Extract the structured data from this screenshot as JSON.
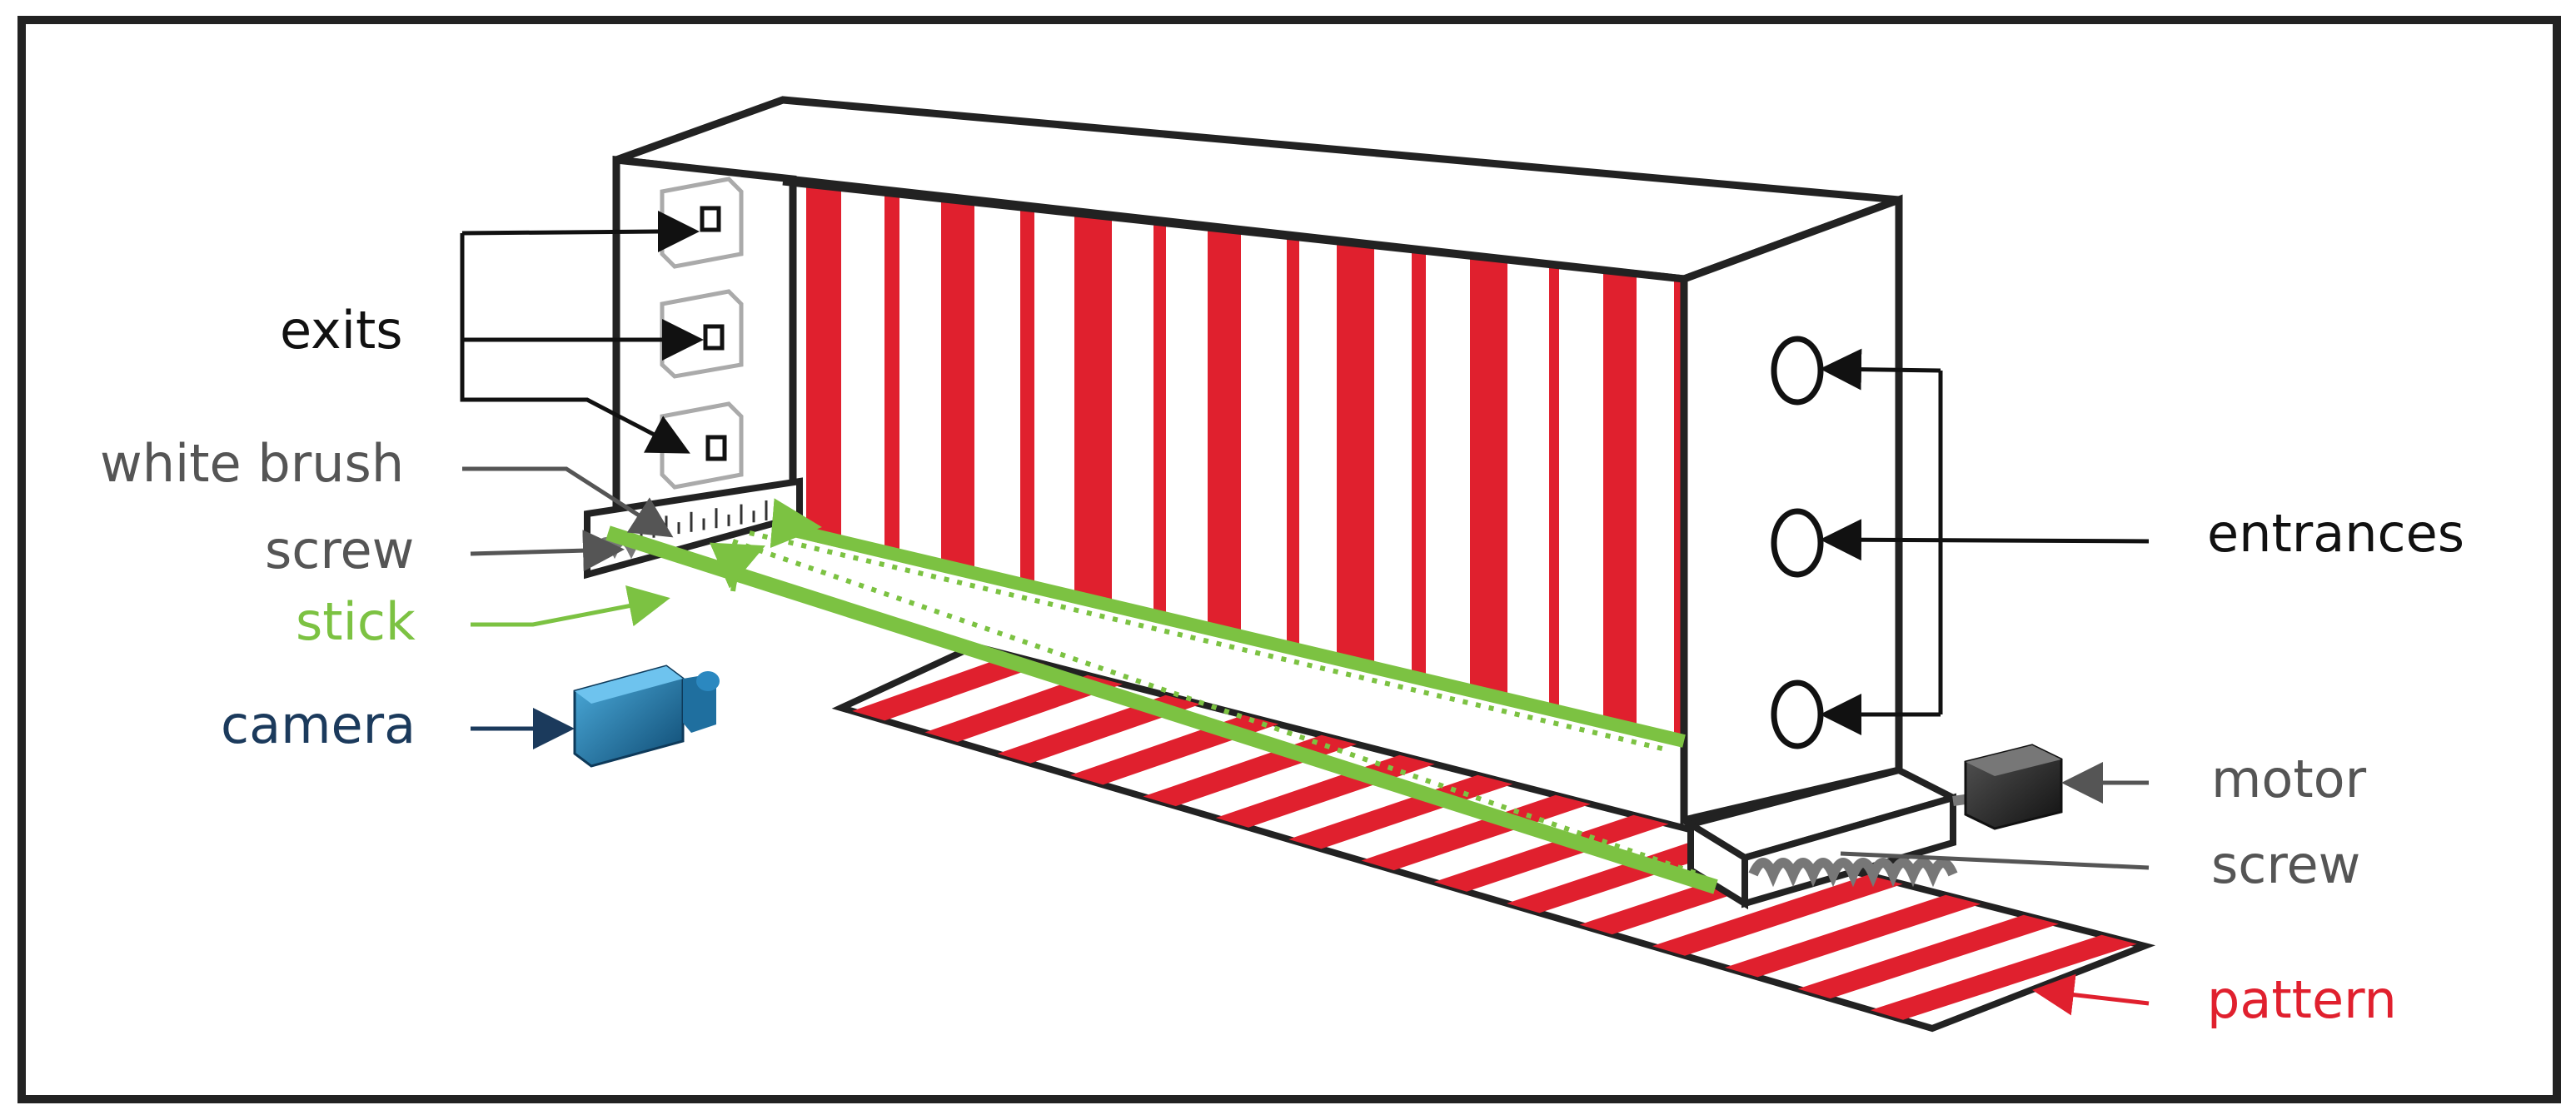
{
  "labels": {
    "exits": "exits",
    "white_brush": "white brush",
    "screw_left": "screw",
    "stick": "stick",
    "camera": "camera",
    "entrances": "entrances",
    "motor": "motor",
    "screw_right": "screw",
    "pattern": "pattern"
  },
  "colors": {
    "outline": "#222222",
    "stripe_red": "#e0202e",
    "stick_green": "#7cc242",
    "camera_blue": "#1f6f9f",
    "label_black": "#111111",
    "label_gray": "#555555",
    "label_green": "#7cc242",
    "label_navy": "#1b3a5c",
    "label_red": "#e0202e",
    "motor_dark": "#2a2a2a"
  }
}
